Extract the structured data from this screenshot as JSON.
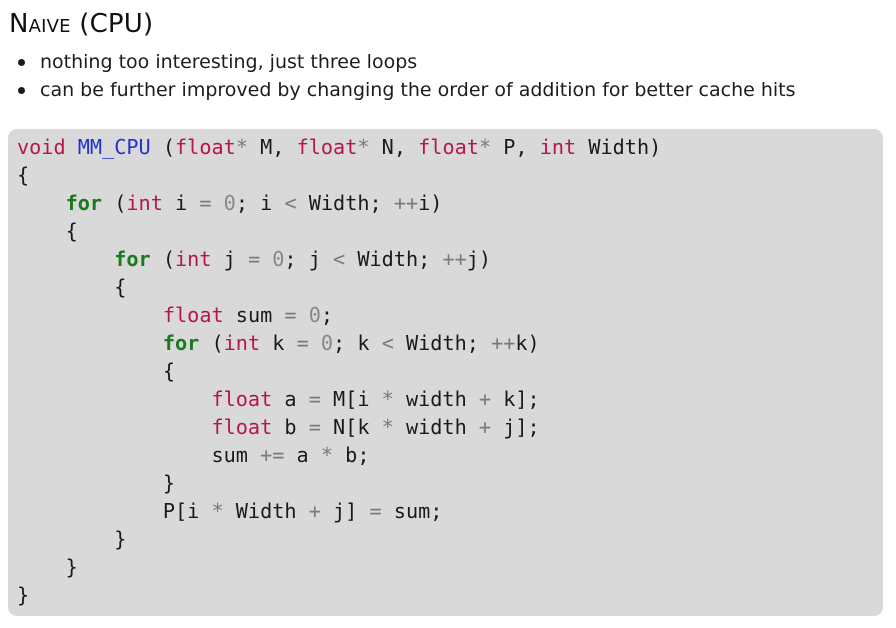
{
  "heading": "Naive (CPU)",
  "bullets": [
    "nothing too interesting, just three loops",
    "can be further improved by changing the order of addition for better cache hits"
  ],
  "code": {
    "l1": {
      "t1": "void",
      "t2": " ",
      "t3": "MM_CPU",
      "t4": " (",
      "t5": "float",
      "t6": "*",
      "t7": " M, ",
      "t8": "float",
      "t9": "*",
      "t10": " N, ",
      "t11": "float",
      "t12": "*",
      "t13": " P, ",
      "t14": "int",
      "t15": " Width)"
    },
    "l2": {
      "t1": "{"
    },
    "l3": {
      "t1": "    ",
      "t2": "for",
      "t3": " (",
      "t4": "int",
      "t5": " i ",
      "t6": "=",
      "t7": " ",
      "t8": "0",
      "t9": "; i ",
      "t10": "<",
      "t11": " Width; ",
      "t12": "++",
      "t13": "i)"
    },
    "l4": {
      "t1": "    {"
    },
    "l5": {
      "t1": "        ",
      "t2": "for",
      "t3": " (",
      "t4": "int",
      "t5": " j ",
      "t6": "=",
      "t7": " ",
      "t8": "0",
      "t9": "; j ",
      "t10": "<",
      "t11": " Width; ",
      "t12": "++",
      "t13": "j)"
    },
    "l6": {
      "t1": "        {"
    },
    "l7": {
      "t1": "            ",
      "t2": "float",
      "t3": " sum ",
      "t4": "=",
      "t5": " ",
      "t6": "0",
      "t7": ";"
    },
    "l8": {
      "t1": "            ",
      "t2": "for",
      "t3": " (",
      "t4": "int",
      "t5": " k ",
      "t6": "=",
      "t7": " ",
      "t8": "0",
      "t9": "; k ",
      "t10": "<",
      "t11": " Width; ",
      "t12": "++",
      "t13": "k)"
    },
    "l9": {
      "t1": "            {"
    },
    "l10": {
      "t1": "                ",
      "t2": "float",
      "t3": " a ",
      "t4": "=",
      "t5": " M[i ",
      "t6": "*",
      "t7": " width ",
      "t8": "+",
      "t9": " k];"
    },
    "l11": {
      "t1": "                ",
      "t2": "float",
      "t3": " b ",
      "t4": "=",
      "t5": " N[k ",
      "t6": "*",
      "t7": " width ",
      "t8": "+",
      "t9": " j];"
    },
    "l12": {
      "t1": "                sum ",
      "t2": "+=",
      "t3": " a ",
      "t4": "*",
      "t5": " b;"
    },
    "l13": {
      "t1": "            }"
    },
    "l14": {
      "t1": "            P[i ",
      "t2": "*",
      "t3": " Width ",
      "t4": "+",
      "t5": " j] ",
      "t6": "=",
      "t7": " sum;"
    },
    "l15": {
      "t1": "        }"
    },
    "l16": {
      "t1": "    }"
    },
    "l17": {
      "t1": "}"
    }
  },
  "colors": {
    "code_background": "#d9d9d9",
    "type_keyword": "#b5174a",
    "control_keyword": "#1b7a1b",
    "function_name": "#2233cc",
    "operator": "#7a7a7a"
  }
}
